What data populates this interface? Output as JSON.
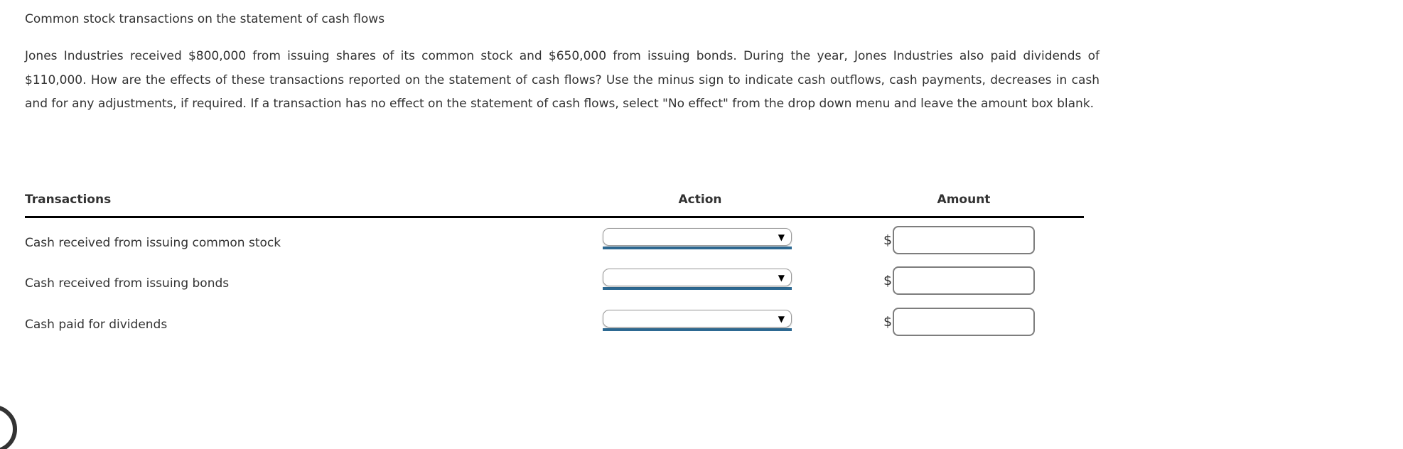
{
  "page": {
    "title": "Common stock transactions on the statement of cash flows",
    "instructions": "Jones Industries received $800,000 from issuing shares of its common stock and $650,000 from issuing bonds. During the year, Jones Industries also paid dividends of $110,000. How are the effects of these transactions reported on the statement of cash flows? Use the minus sign to indicate cash outflows, cash payments, decreases in cash and for any adjustments, if required. If a transaction has no effect on the statement of cash flows, select \"No effect\" from the drop down menu and leave the amount box blank."
  },
  "table": {
    "headers": {
      "transactions": "Transactions",
      "action": "Action",
      "amount": "Amount"
    },
    "currency_symbol": "$",
    "rows": [
      {
        "label": "Cash received from issuing common stock",
        "action_selected": "",
        "amount_value": ""
      },
      {
        "label": "Cash received from issuing bonds",
        "action_selected": "",
        "amount_value": ""
      },
      {
        "label": "Cash paid for dividends",
        "action_selected": "",
        "amount_value": ""
      }
    ]
  },
  "icons": {
    "dropdown_caret": "▼"
  },
  "colors": {
    "text": "#323232",
    "select_underline": "#2d6992",
    "amount_border": "#7d7d7d",
    "header_rule": "#000000"
  }
}
